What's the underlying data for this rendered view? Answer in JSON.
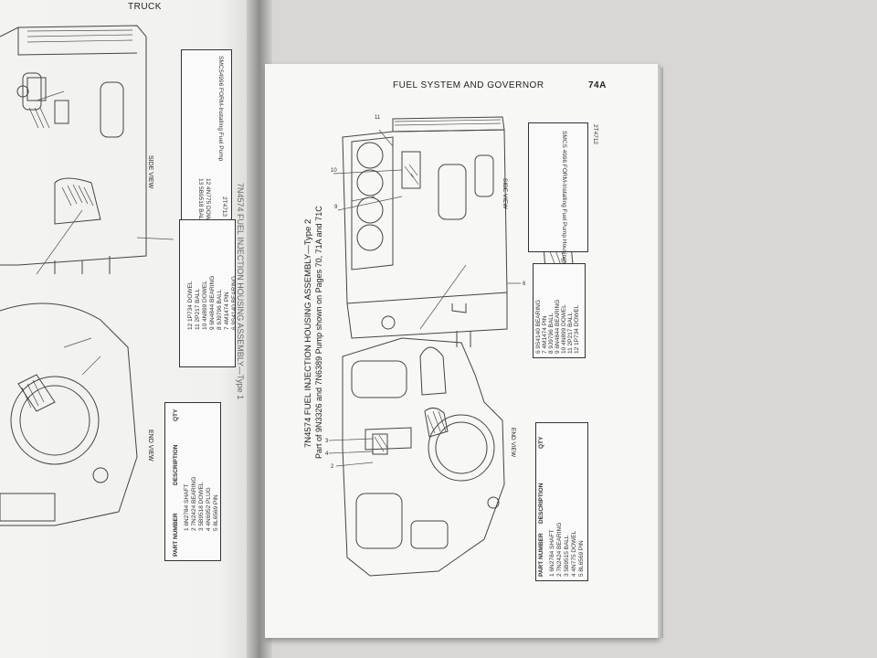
{
  "right_page": {
    "section_title": "FUEL SYSTEM AND GOVERNOR",
    "page_number": "74A",
    "assembly_title": "7N4574 FUEL INJECTION HOUSING ASSEMBLY—Type 2",
    "assembly_subtitle": "Part of 9N3326 and 7N6389 Pump shown on Pages 70, 71A and 71C",
    "side_view_label": "SIDE VIEW",
    "end_view_label": "END VIEW",
    "smcs_note": "SMCS 4996 FORM-Installing Fuel Pump Housing)",
    "fig_code": "2T4712",
    "side_table_rows": [
      "6  9S4140 BEARING",
      "7  4M1474 PIN",
      "8  9J9796 BALL",
      "9  6N4844 BEARING",
      "10  4N899 DOWEL",
      "11  2P217 BALL",
      "12  1P734 DOWEL"
    ],
    "end_table_header": [
      "PART NUMBER",
      "DESCRIPTION",
      "QTY"
    ],
    "end_table_rows": [
      "1  6N2784 SHAFT",
      "2  7N2424 BEARING",
      "3  5B9515 BALL",
      "4  4N775 DOWEL",
      "5  8L6569 PIN"
    ]
  },
  "left_page": {
    "running_head": "TRUCK",
    "side_view_label": "SIDE VIEW",
    "end_view_label": "END VIEW",
    "smcs_note": "SMCS4996 FORM-Installing Fuel Pump",
    "fig_code": "2T4713",
    "top_table_rows": [
      "12  4N775 DOWEL",
      "13  5B9518 BALL"
    ],
    "mid_table_rows": [
      "6  9S4140 BEARING",
      "7  4M1474 PIN",
      "8  9J9796 BALL",
      "9  6N4844 BEARING",
      "10  4N899 DOWEL",
      "11  2P217 BALL",
      "12  1P734 DOWEL"
    ],
    "bottom_table_header": [
      "PART NUMBER",
      "DESCRIPTION",
      "QTY"
    ],
    "bottom_table_rows": [
      "1  6N2784 SHAFT",
      "2  7N2424 BEARING",
      "3  5B9518 DOWEL",
      "4  4N6952 PLUG",
      "5  8L6569 PIN"
    ],
    "rotated_title": "7N4574 FUEL INJECTION HOUSING ASSEMBLY—Type 1"
  }
}
